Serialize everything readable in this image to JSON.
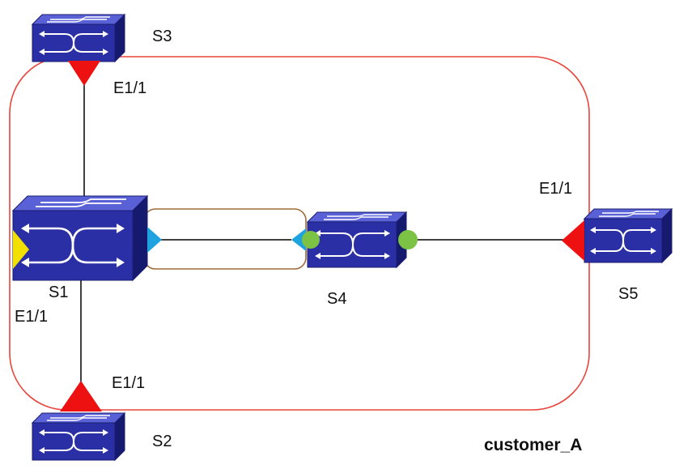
{
  "switches": [
    {
      "id": "s3",
      "label": "S3"
    },
    {
      "id": "s1",
      "label": "S1"
    },
    {
      "id": "s4",
      "label": "S4"
    },
    {
      "id": "s5",
      "label": "S5"
    },
    {
      "id": "s2",
      "label": "S2"
    }
  ],
  "ports": {
    "s3_port": "E1/1",
    "s5_port": "E1/1",
    "s1_port": "E1/1",
    "s2_port": "E1/1"
  },
  "ring_label": "customer_A",
  "colors": {
    "ring": "#e8453c",
    "link": "#000000",
    "aggregation_box": "#a06a3a",
    "switch_front": "#2a2fa6",
    "switch_top": "#5a61d6",
    "switch_side": "#161a6e",
    "arrow": "#ffffff",
    "marker_red": "#ee1111",
    "marker_yellow": "#f2e000",
    "marker_blue": "#1fa3e0",
    "marker_green": "#7cc244"
  },
  "icons": {
    "switch": "network-switch-icon",
    "red_marker": "red-triangle-marker",
    "yellow_marker": "yellow-triangle-marker",
    "blue_marker": "blue-triangle-marker",
    "green_marker": "green-circle-marker"
  }
}
